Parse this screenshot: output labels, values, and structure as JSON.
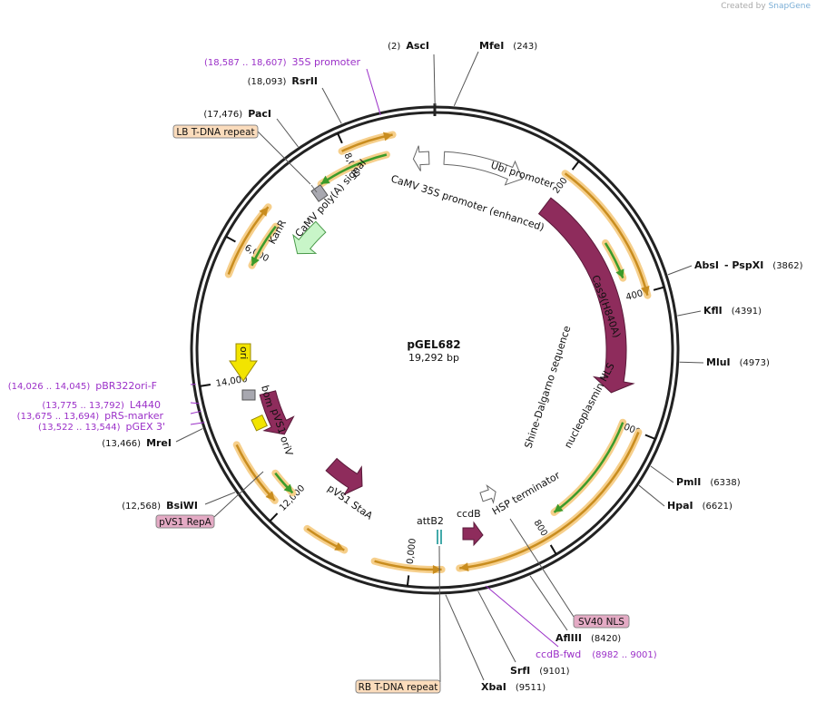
{
  "credit": {
    "prefix": "Created by",
    "brand": "SnapGene"
  },
  "plasmid": {
    "name": "pGEL682",
    "size_label": "19,292 bp",
    "length_bp": 19292
  },
  "colors": {
    "backbone": "#222222",
    "purple_feature": "#8e2c5c",
    "primer_green": "#3b9b2a",
    "primer_orange": "#c98d1f",
    "primer_glow": "#f6cf8b",
    "label_purple": "#9b30c8",
    "gray_feature": "#a8a8b0",
    "yellow_feature": "#f2e400",
    "kanr_fill": "#c8f5c8",
    "peach_box": "#fbdcbc",
    "pink_box": "#e4aac4"
  },
  "ticks": [
    {
      "bp": 2000,
      "label": "2000"
    },
    {
      "bp": 4000,
      "label": "4000"
    },
    {
      "bp": 6000,
      "label": "6000"
    },
    {
      "bp": 8000,
      "label": "8000"
    },
    {
      "bp": 10000,
      "label": "10,000"
    },
    {
      "bp": 12000,
      "label": "12,000"
    },
    {
      "bp": 14000,
      "label": "14,000"
    },
    {
      "bp": 16000,
      "label": "16,000"
    },
    {
      "bp": 18000,
      "label": "18,000"
    }
  ],
  "enzymes": [
    {
      "name": "AscI",
      "pos": "(2)",
      "bp": 2,
      "side": "left"
    },
    {
      "name": "MfeI",
      "pos": "(243)",
      "bp": 243,
      "side": "right"
    },
    {
      "name": "AbsI",
      "extra": "- PspXI",
      "pos": "(3862)",
      "bp": 3862,
      "side": "right"
    },
    {
      "name": "KflI",
      "pos": "(4391)",
      "bp": 4391,
      "side": "right"
    },
    {
      "name": "MluI",
      "pos": "(4973)",
      "bp": 4973,
      "side": "right"
    },
    {
      "name": "PmlI",
      "pos": "(6338)",
      "bp": 6338,
      "side": "right"
    },
    {
      "name": "HpaI",
      "pos": "(6621)",
      "bp": 6621,
      "side": "right"
    },
    {
      "name": "AflIII",
      "pos": "(8420)",
      "bp": 8420,
      "side": "right"
    },
    {
      "name": "SrfI",
      "pos": "(9101)",
      "bp": 9101,
      "side": "right"
    },
    {
      "name": "XbaI",
      "pos": "(9511)",
      "bp": 9511,
      "side": "right"
    },
    {
      "name": "BsiWI",
      "pos": "(12,568)",
      "bp": 12568,
      "side": "left"
    },
    {
      "name": "MreI",
      "pos": "(13,466)",
      "bp": 13466,
      "side": "left"
    },
    {
      "name": "PacI",
      "pos": "(17,476)",
      "bp": 17476,
      "side": "left"
    },
    {
      "name": "RsrII",
      "pos": "(18,093)",
      "bp": 18093,
      "side": "left"
    }
  ],
  "primers": [
    {
      "name": "35S promoter",
      "range": "(18,587 .. 18,607)",
      "bp": 18597,
      "side": "left"
    },
    {
      "name": "pBR322ori-F",
      "range": "(14,026 .. 14,045)",
      "bp": 14035,
      "side": "left"
    },
    {
      "name": "L4440",
      "range": "(13,775 .. 13,792)",
      "bp": 13783,
      "side": "left"
    },
    {
      "name": "pRS-marker",
      "range": "(13,675 .. 13,694)",
      "bp": 13684,
      "side": "left"
    },
    {
      "name": "pGEX 3'",
      "range": "(13,522 .. 13,544)",
      "bp": 13533,
      "side": "left"
    },
    {
      "name": "ccdB-fwd",
      "range": "(8982 .. 9001)",
      "bp": 8991,
      "side": "right"
    }
  ],
  "boxed_labels": [
    {
      "name": "LB T-DNA repeat",
      "bp": 17640,
      "style": "peach"
    },
    {
      "name": "pVS1 RepA",
      "bp": 12300,
      "style": "pink"
    },
    {
      "name": "RB T-DNA repeat",
      "bp": 9820,
      "style": "peach"
    },
    {
      "name": "SV40 NLS",
      "bp": 8200,
      "style": "pink"
    }
  ],
  "features": [
    {
      "name": "Ubi promoter"
    },
    {
      "name": "CaMV 35S promoter (enhanced)"
    },
    {
      "name": "Cas9(H840A)"
    },
    {
      "name": "nucleoplasmin NLS"
    },
    {
      "name": "Shine-Dalgarno sequence"
    },
    {
      "name": "HSP terminator"
    },
    {
      "name": "ccdB"
    },
    {
      "name": "attB2"
    },
    {
      "name": "pVS1 StaA"
    },
    {
      "name": "pVS1 oriV"
    },
    {
      "name": "bom"
    },
    {
      "name": "ori"
    },
    {
      "name": "KanR"
    },
    {
      "name": "CaMV poly(A) signal"
    }
  ]
}
